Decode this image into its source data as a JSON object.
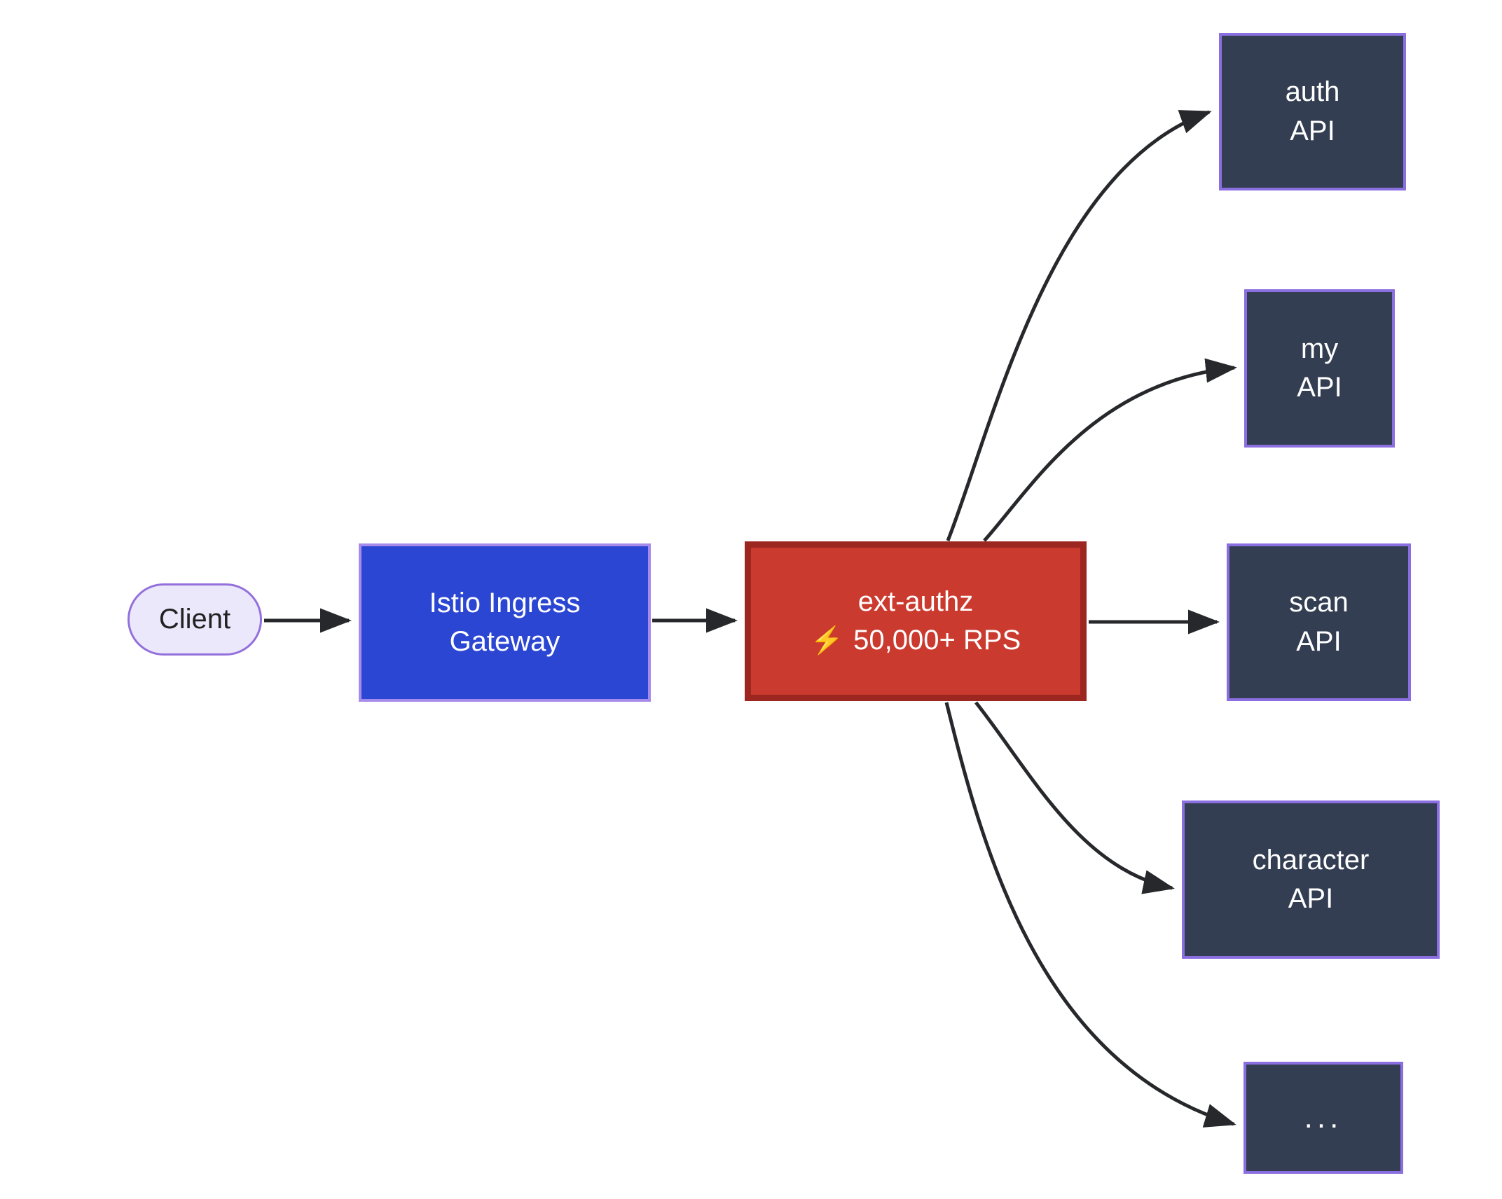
{
  "diagram": {
    "type": "flowchart",
    "direction": "left-to-right",
    "background": "#ffffff",
    "nodes": [
      {
        "id": "client",
        "name": "client-node",
        "shape": "stadium",
        "lines": [
          "Client"
        ],
        "fill": "#ECE8FC",
        "stroke": "#9370DB",
        "text_color": "#222222"
      },
      {
        "id": "gateway",
        "name": "istio-ingress-gateway-node",
        "shape": "rect",
        "lines": [
          "Istio Ingress",
          "Gateway"
        ],
        "fill": "#2B46D2",
        "stroke": "#A78BEA",
        "text_color": "#FFFFFF"
      },
      {
        "id": "extauthz",
        "name": "ext-authz-node",
        "shape": "rect",
        "lines": [
          "ext-authz"
        ],
        "metric_icon": "lightning-bolt-icon",
        "metric_glyph": "⚡",
        "metric_label": "50,000+ RPS",
        "fill": "#CB3A2E",
        "stroke": "#9B2720",
        "text_color": "#FFFFFF"
      },
      {
        "id": "auth_api",
        "name": "auth-api-node",
        "shape": "rect",
        "lines": [
          "auth",
          "API"
        ],
        "fill": "#333E52",
        "stroke": "#8B6FE0",
        "text_color": "#FFFFFF"
      },
      {
        "id": "my_api",
        "name": "my-api-node",
        "shape": "rect",
        "lines": [
          "my",
          "API"
        ],
        "fill": "#333E52",
        "stroke": "#8B6FE0",
        "text_color": "#FFFFFF"
      },
      {
        "id": "scan_api",
        "name": "scan-api-node",
        "shape": "rect",
        "lines": [
          "scan",
          "API"
        ],
        "fill": "#333E52",
        "stroke": "#8B6FE0",
        "text_color": "#FFFFFF"
      },
      {
        "id": "character_api",
        "name": "character-api-node",
        "shape": "rect",
        "lines": [
          "character",
          "API"
        ],
        "fill": "#333E52",
        "stroke": "#8B6FE0",
        "text_color": "#FFFFFF"
      },
      {
        "id": "more",
        "name": "more-apis-node",
        "shape": "rect",
        "lines": [
          "..."
        ],
        "fill": "#333E52",
        "stroke": "#8B6FE0",
        "text_color": "#FFFFFF"
      }
    ],
    "edges": [
      {
        "from": "client",
        "to": "gateway",
        "style": "straight-arrow"
      },
      {
        "from": "gateway",
        "to": "extauthz",
        "style": "straight-arrow"
      },
      {
        "from": "extauthz",
        "to": "auth_api",
        "style": "curved-arrow"
      },
      {
        "from": "extauthz",
        "to": "my_api",
        "style": "curved-arrow"
      },
      {
        "from": "extauthz",
        "to": "scan_api",
        "style": "straight-arrow"
      },
      {
        "from": "extauthz",
        "to": "character_api",
        "style": "curved-arrow"
      },
      {
        "from": "extauthz",
        "to": "more",
        "style": "curved-arrow"
      }
    ],
    "edge_color": "#26282B"
  }
}
